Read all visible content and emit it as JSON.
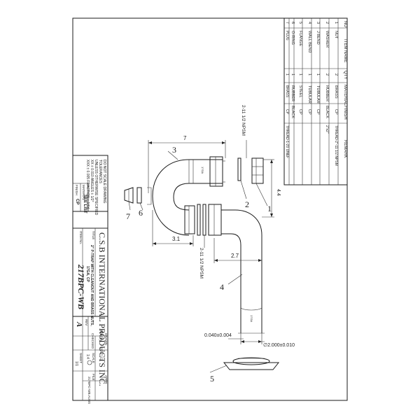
{
  "bom": {
    "headers": [
      "NO",
      "ITEM NAME",
      "QTY",
      "MATERIAL",
      "FINISH",
      "REMARK"
    ],
    "rows": [
      [
        "1",
        "NUT",
        "2",
        "BRASS",
        "CP",
        "THREAD-2\"-11 1/2 NPSM"
      ],
      [
        "2",
        "WASHER",
        "2",
        "RUBBER",
        "BLACK",
        "2\"x2\""
      ],
      [
        "3",
        "J BEND",
        "1",
        "TUBULAR",
        "CP",
        ""
      ],
      [
        "4",
        "WALL BEND",
        "1",
        "TUBULAR",
        "CP",
        ""
      ],
      [
        "5",
        "FLANGE",
        "1",
        "STEEL",
        "CP",
        ""
      ],
      [
        "6",
        "O-RING",
        "1",
        "RUBBER",
        "BLACK",
        ""
      ],
      [
        "7",
        "PLUG",
        "1",
        "BRASS",
        "CP",
        "THREAD-1-20 UNEF"
      ]
    ]
  },
  "dims": {
    "d7": "7",
    "d44": "4.4",
    "d31": "3.1",
    "d27": "2.7",
    "thread_top": "2-11 1/2 NPSM",
    "thread_bottom": "2-11 1/2 NPSM",
    "od": "∅2.000±0.010",
    "wall": "0.040±0.004"
  },
  "callouts": {
    "c1": "1",
    "c2": "2",
    "c3": "3",
    "c4": "4",
    "c5": "5",
    "c6": "6",
    "c7": "7"
  },
  "stamps": {
    "s1": "17GA",
    "s2": "17GA"
  },
  "title_block": {
    "notes": [
      "DO NOT SCALE DRAWING",
      "TOLERANCES",
      "UNLESS OTHERWISE SPECIFIED",
      "XX ± 0.010  ANGLES ± 1/2°",
      "XXX ± 0.005  FRACTION ± 1/64"
    ],
    "material_label": "MATERIAL",
    "material_value": "SEE LIST",
    "finish_label": "FINISH",
    "finish_value": "CP",
    "company": "C.S.B INTERNATIONAL PRODUCTS INC.",
    "title_label": "TITLE",
    "title_line1": "2\" P-TRAP WITH CLEANOUT AND BRASS NUTS,",
    "title_line2": "17GA, CP",
    "item_label": "ITEM  No.",
    "item_no": "217BPC-WB",
    "drawn_label": "DRAWN",
    "drawn_by": "Hailey",
    "drawn_date": "05/17/15",
    "checked_label": "CHECKED",
    "appr_label": "APPR",
    "size_label": "SCALE",
    "size_value": "1:4",
    "rev_label": "REV",
    "rev_value": "A",
    "sheet_label": "SHEET",
    "sheet_value": "1/1",
    "file_label": "FILE",
    "file_value": "217BPC-WB.AUBS"
  }
}
